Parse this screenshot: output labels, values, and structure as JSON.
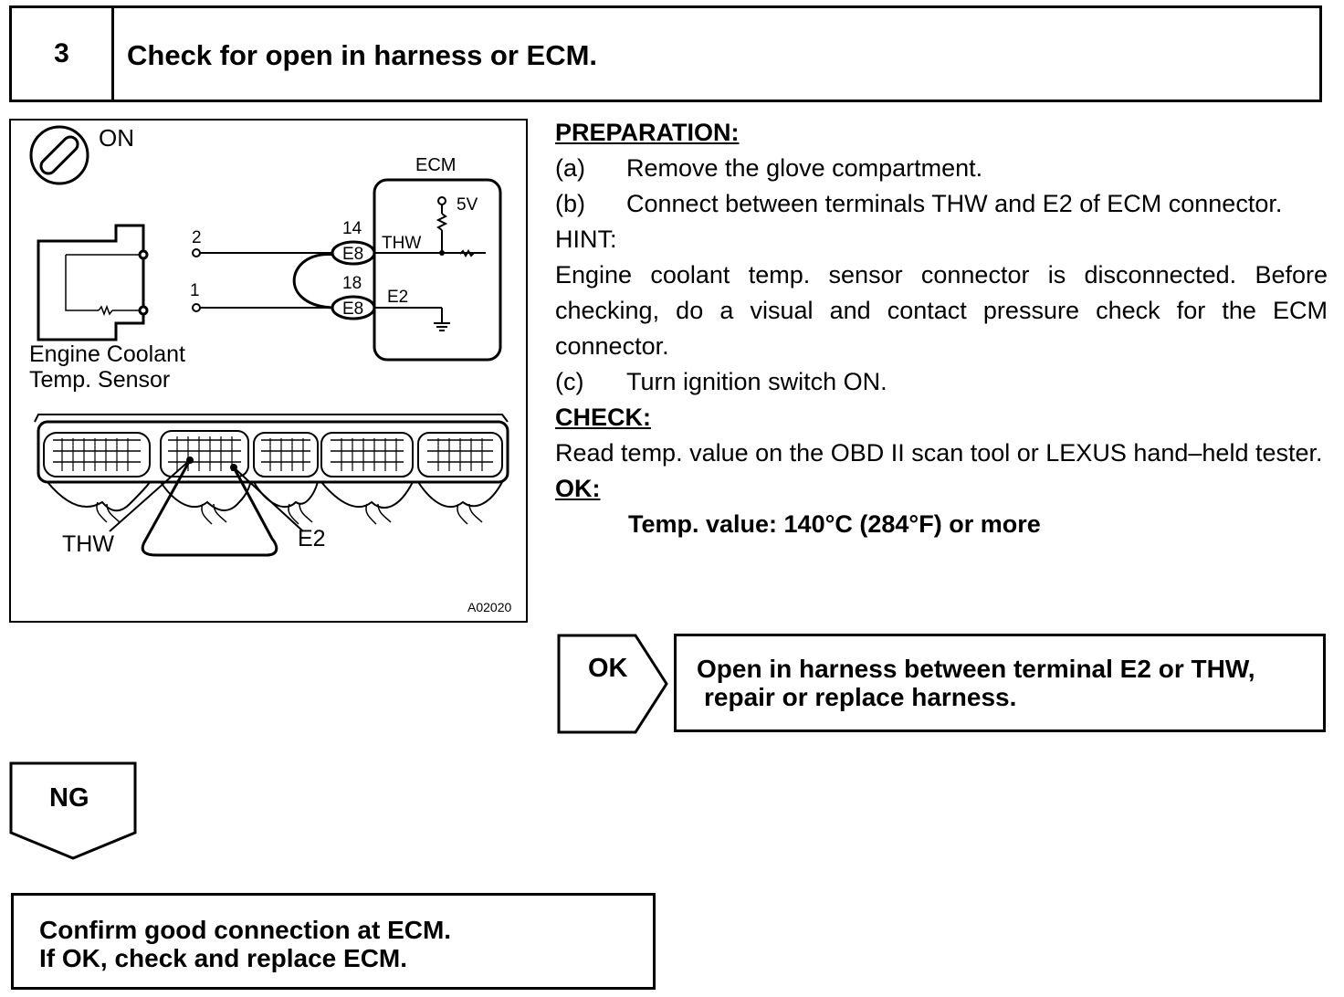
{
  "step": {
    "number": "3",
    "title": "Check for open in harness or ECM."
  },
  "diagram": {
    "ignition_label": "ON",
    "ecm_label": "ECM",
    "voltage_label": "5V",
    "pin_2": "2",
    "pin_1": "1",
    "terminal_14": "14",
    "terminal_18": "18",
    "connector_top": "E8",
    "connector_bottom": "E8",
    "thw_label": "THW",
    "e2_label": "E2",
    "sensor_label_line1": "Engine Coolant",
    "sensor_label_line2": "Temp. Sensor",
    "callout_thw": "THW",
    "callout_e2": "E2",
    "figure_code": "A02020"
  },
  "instructions": {
    "preparation_head": "PREPARATION:",
    "prep_a_label": "(a)",
    "prep_a_text": "Remove the glove compartment.",
    "prep_b_label": "(b)",
    "prep_b_text": "Connect between terminals THW and E2 of ECM connector.",
    "hint_head": "HINT:",
    "hint_text": "Engine coolant temp. sensor connector is disconnected. Before checking, do a visual and contact pressure check for the ECM connector.",
    "prep_c_label": "(c)",
    "prep_c_text": "Turn ignition switch ON.",
    "check_head": "CHECK:",
    "check_text": "Read temp. value on the OBD II scan tool or LEXUS hand–held tester.",
    "ok_head": "OK:",
    "ok_spec": "Temp. value:  140°C (284°F) or more"
  },
  "ok_branch": {
    "label": "OK",
    "result_line1": "Open in harness between terminal E2 or THW,",
    "result_line2": "repair or replace harness."
  },
  "ng_branch": {
    "label": "NG",
    "result_line1": "Confirm good connection at ECM.",
    "result_line2": "If OK, check and replace ECM."
  }
}
